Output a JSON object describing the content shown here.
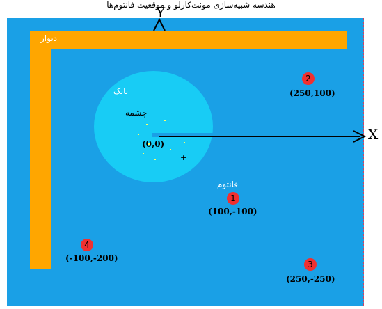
{
  "caption": "هندسه شبیه‌سازی مونت‌کارلو و موقعیت فانتوم‌ها",
  "labels": {
    "wall": "دیوار",
    "tank": "تانک",
    "source": "چشمه",
    "phantom": "فانتوم",
    "origin": "(0,0)",
    "x_axis": "X",
    "y_axis": "Y"
  },
  "positions": [
    {
      "number": "1",
      "coord": "(100,-100)"
    },
    {
      "number": "2",
      "coord": "(250,100)"
    },
    {
      "number": "3",
      "coord": "(250,-250)"
    },
    {
      "number": "4",
      "coord": "(-100,-200)"
    }
  ],
  "colors": {
    "room": "#1aa0e6",
    "wall": "#ffa600",
    "tank": "#18ccf5",
    "marker": "#f03030"
  }
}
